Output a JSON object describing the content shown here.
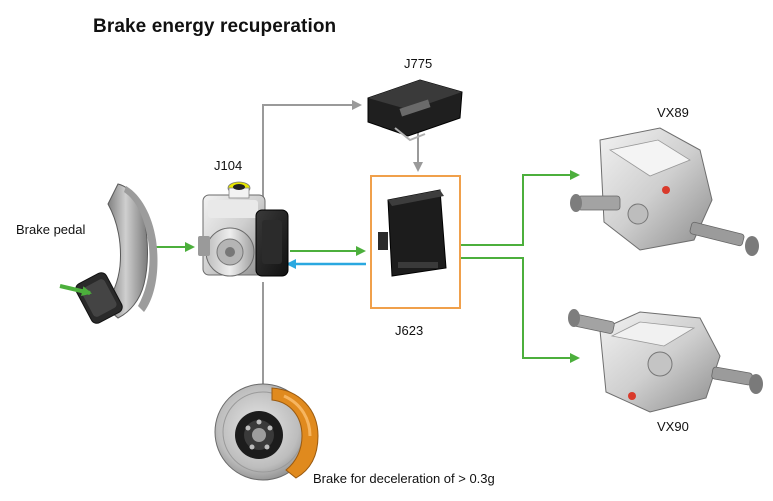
{
  "title": "Brake energy recuperation",
  "labels": {
    "brake_pedal": "Brake pedal",
    "j104": "J104",
    "j775": "J775",
    "j623": "J623",
    "vx89": "VX89",
    "vx90": "VX90",
    "brake_note": "Brake for deceleration of > 0.3g"
  },
  "colors": {
    "green_arrow": "#4caf3c",
    "blue_arrow": "#2aa8e0",
    "grey_line": "#9a9a9a",
    "highlight_box": "#f0a04b",
    "caliper": "#e08a1e"
  }
}
